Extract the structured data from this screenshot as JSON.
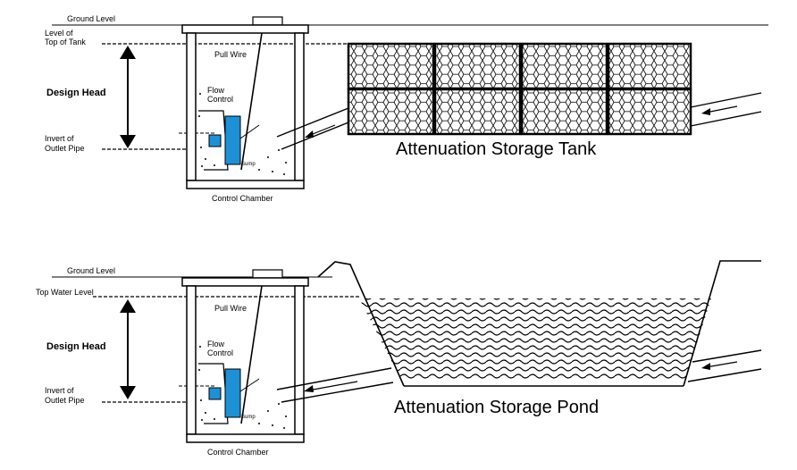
{
  "top_panel": {
    "ground_level": "Ground Level",
    "level_top_of_tank_1": "Level of",
    "level_top_of_tank_2": "Top of Tank",
    "design_head": "Design Head",
    "invert_1": "Invert of",
    "invert_2": "Outlet Pipe",
    "pull_wire": "Pull Wire",
    "flow_control_1": "Flow",
    "flow_control_2": "Control",
    "sump": "Sump",
    "control_chamber": "Control Chamber",
    "caption": "Attenuation Storage Tank"
  },
  "bottom_panel": {
    "ground_level": "Ground Level",
    "top_water_level": "Top Water Level",
    "design_head": "Design Head",
    "invert_1": "Invert of",
    "invert_2": "Outlet Pipe",
    "pull_wire": "Pull Wire",
    "flow_control_1": "Flow",
    "flow_control_2": "Control",
    "sump": "Sump",
    "control_chamber": "Control Chamber",
    "caption": "Attenuation Storage Pond"
  },
  "colors": {
    "line": "#000000",
    "flow_control_device": "#1e90d6",
    "background": "#ffffff"
  }
}
